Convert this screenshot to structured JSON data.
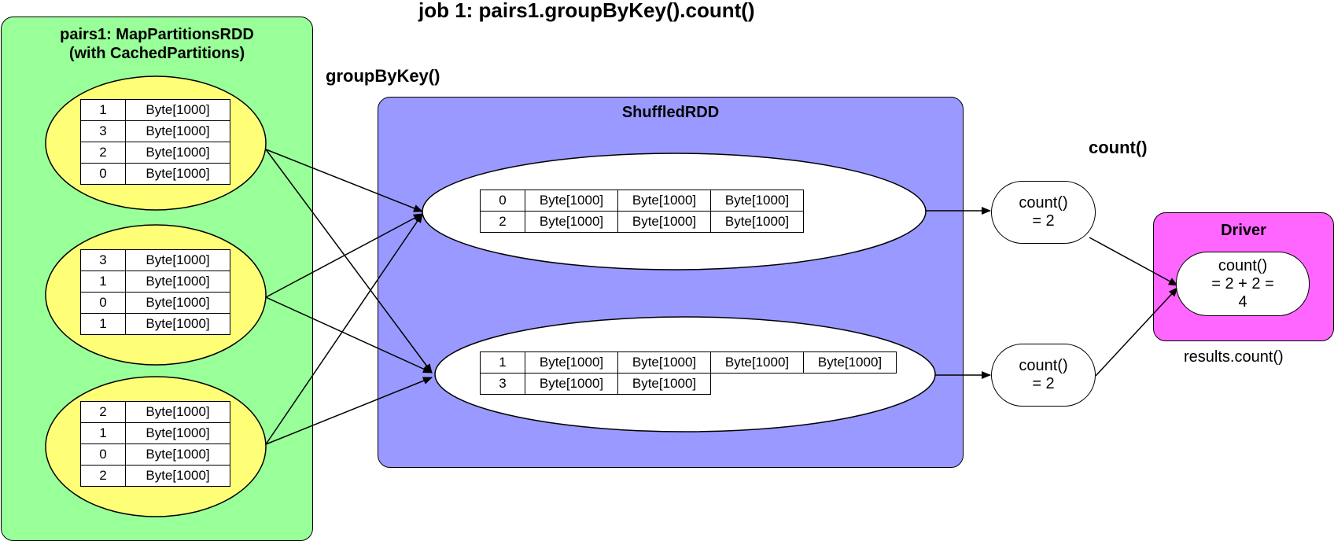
{
  "title": "job 1:  pairs1.groupByKey().count()",
  "source_rdd": {
    "title_line1": "pairs1: MapPartitionsRDD",
    "title_line2": "(with CachedPartitions)",
    "colors": {
      "container": "#99ff99",
      "partition": "#ffff77"
    },
    "partitions": [
      {
        "rows": [
          [
            "1",
            "Byte[1000]"
          ],
          [
            "3",
            "Byte[1000]"
          ],
          [
            "2",
            "Byte[1000]"
          ],
          [
            "0",
            "Byte[1000]"
          ]
        ]
      },
      {
        "rows": [
          [
            "3",
            "Byte[1000]"
          ],
          [
            "1",
            "Byte[1000]"
          ],
          [
            "0",
            "Byte[1000]"
          ],
          [
            "1",
            "Byte[1000]"
          ]
        ]
      },
      {
        "rows": [
          [
            "2",
            "Byte[1000]"
          ],
          [
            "1",
            "Byte[1000]"
          ],
          [
            "0",
            "Byte[1000]"
          ],
          [
            "2",
            "Byte[1000]"
          ]
        ]
      }
    ]
  },
  "transform_label": "groupByKey()",
  "shuffled_rdd": {
    "title": "ShuffledRDD",
    "color": "#9999ff",
    "partitions": [
      {
        "rows": [
          [
            "0",
            "Byte[1000]",
            "Byte[1000]",
            "Byte[1000]"
          ],
          [
            "2",
            "Byte[1000]",
            "Byte[1000]",
            "Byte[1000]"
          ]
        ]
      },
      {
        "rows": [
          [
            "1",
            "Byte[1000]",
            "Byte[1000]",
            "Byte[1000]",
            "Byte[1000]"
          ],
          [
            "3",
            "Byte[1000]",
            "Byte[1000]"
          ]
        ]
      }
    ]
  },
  "action_label": "count()",
  "partial_counts": [
    {
      "line1": "count()",
      "line2": "= 2"
    },
    {
      "line1": "count()",
      "line2": "= 2"
    }
  ],
  "driver": {
    "title": "Driver",
    "color": "#ff66ff",
    "result_line1": "count()",
    "result_line2": "= 2 + 2 =",
    "result_line3": "4",
    "caption": "results.count()"
  }
}
